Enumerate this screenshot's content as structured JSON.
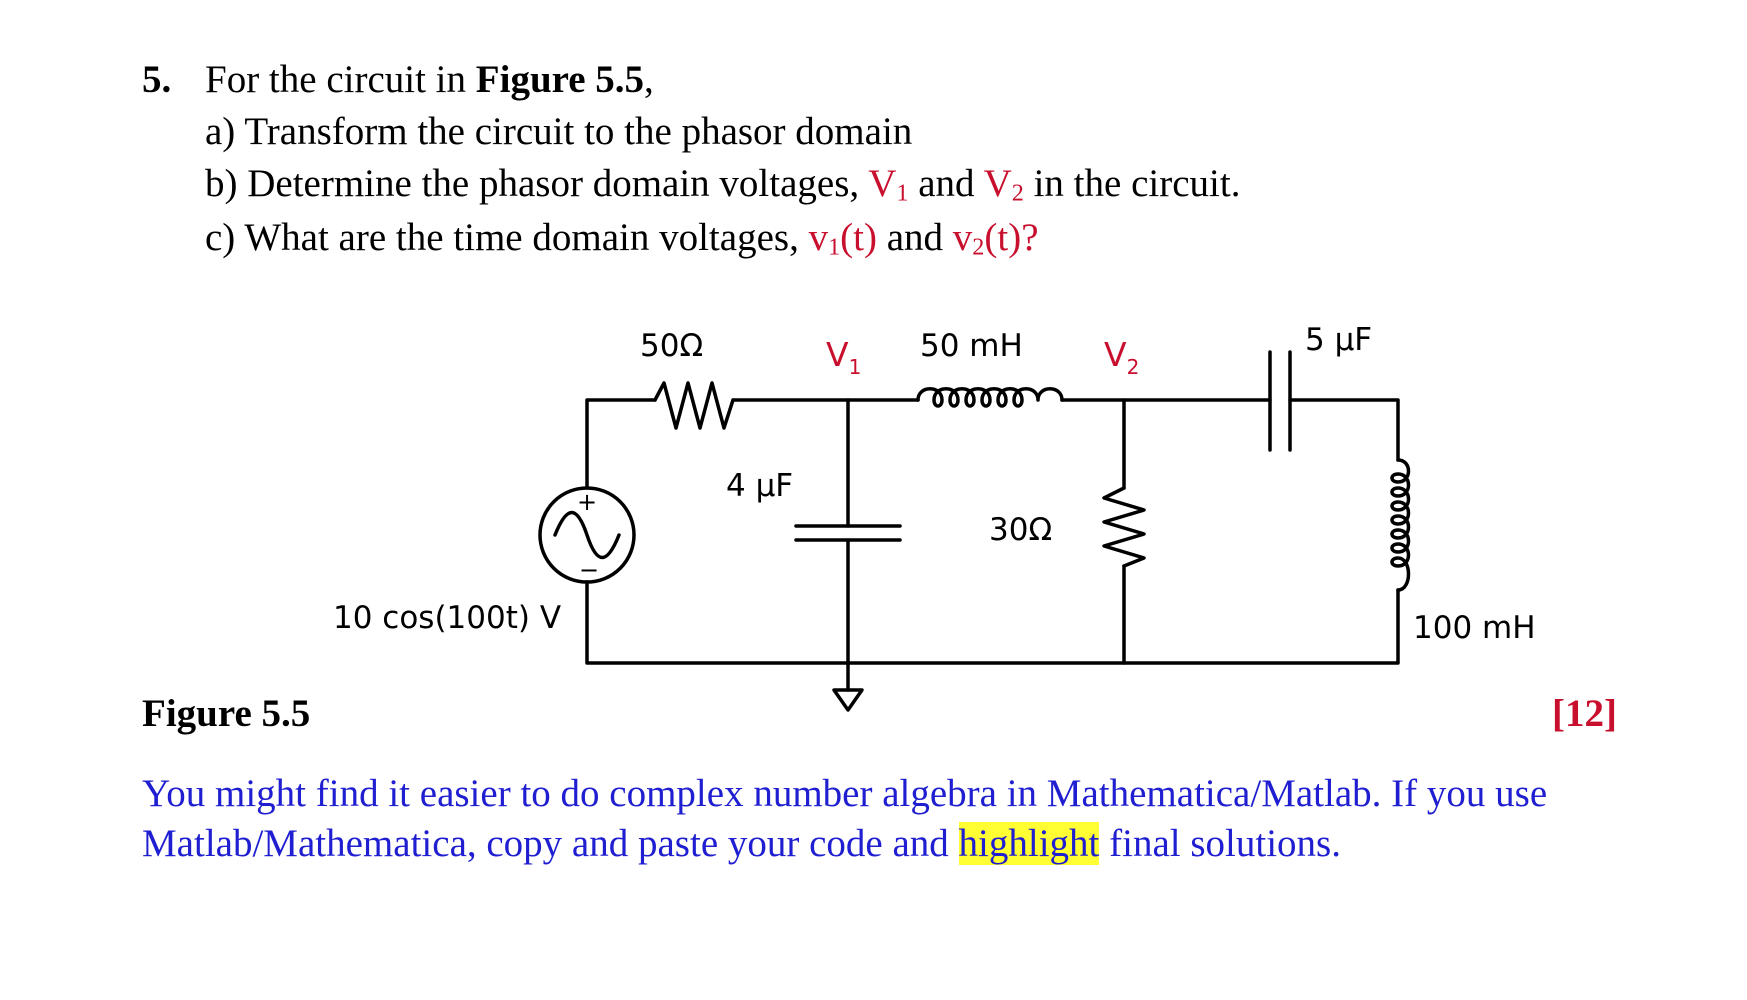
{
  "problem": {
    "number": "5.",
    "intro_pre": "For the circuit in ",
    "intro_bold": "Figure 5.5",
    "intro_post": ",",
    "part_a": "a) Transform the circuit to the phasor domain",
    "part_b_pre": "b) Determine the phasor domain voltages, ",
    "part_b_v1": "V",
    "part_b_v1_sub": "1",
    "part_b_and": " and ",
    "part_b_v2": "V",
    "part_b_v2_sub": "2",
    "part_b_post": " in the circuit.",
    "part_c_pre": "c) What are the time domain voltages, ",
    "part_c_v1": "v",
    "part_c_v1_sub": "1",
    "part_c_v1_t": "(t)",
    "part_c_and": " and ",
    "part_c_v2": "v",
    "part_c_v2_sub": "2",
    "part_c_v2_t": "(t)?"
  },
  "circuit": {
    "r1_label": "50Ω",
    "node1_label": "V",
    "node1_sub": "1",
    "l1_label": "50 mH",
    "node2_label": "V",
    "node2_sub": "2",
    "c2_label": "5 μF",
    "c1_label": "4 μF",
    "r2_label": "30Ω",
    "l2_label": "100 mH",
    "source_label": "10 cos(100t) V",
    "source_plus": "+",
    "source_minus": "−"
  },
  "figure": {
    "caption": "Figure 5.5",
    "marks": "[12]"
  },
  "note": {
    "line1": "You might find it easier to do complex number algebra in Mathematica/Matlab. If you use",
    "line2_pre": "Matlab/Mathematica, copy and paste your code and ",
    "line2_highlight": "highlight",
    "line2_post": " final solutions."
  },
  "colors": {
    "node_label": "#c8102e",
    "note_text": "#1f1fd1",
    "highlight": "#ffff33"
  }
}
